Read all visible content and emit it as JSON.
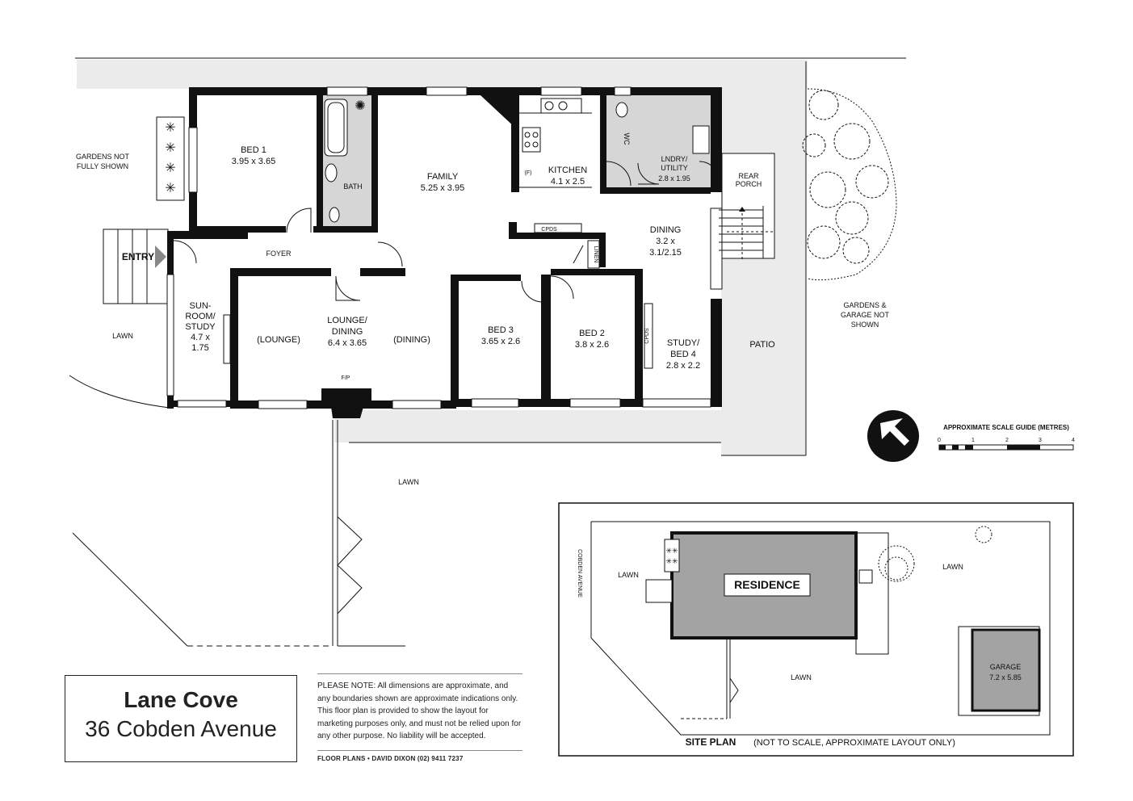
{
  "title": {
    "suburb": "Lane Cove",
    "address": "36 Cobden Avenue"
  },
  "disclaimer": "PLEASE NOTE: All dimensions are approximate, and any boundaries shown are approximate indications only. This floor plan is provided to show the layout for marketing purposes only, and must not be relied upon for any other purpose. No liability will be accepted.",
  "credit": "FLOOR PLANS • DAVID DIXON (02) 9411 7237",
  "rooms": {
    "bed1": {
      "name": "BED 1",
      "size": "3.95 x 3.65"
    },
    "bath": {
      "name": "BATH"
    },
    "family": {
      "name": "FAMILY",
      "size": "5.25 x 3.95"
    },
    "kitchen": {
      "name": "KITCHEN",
      "size": "4.1 x 2.5",
      "fridge": "(F)"
    },
    "wc": {
      "name": "WC"
    },
    "laundry": {
      "name1": "LNDRY/",
      "name2": "UTILITY",
      "size": "2.8 x 1.95"
    },
    "rear_porch": {
      "line1": "REAR",
      "line2": "PORCH"
    },
    "dining": {
      "name": "DINING",
      "size1": "3.2 x",
      "size2": "3.1/2.15"
    },
    "foyer": {
      "name": "FOYER"
    },
    "entry": {
      "name": "ENTRY"
    },
    "sunroom": {
      "line1": "SUN-",
      "line2": "ROOM/",
      "line3": "STUDY",
      "size1": "4.7 x",
      "size2": "1.75"
    },
    "lounge": {
      "name1": "LOUNGE/",
      "name2": "DINING",
      "size": "6.4 x 3.65",
      "left": "(LOUNGE)",
      "right": "(DINING)",
      "fp": "F/P"
    },
    "bed3": {
      "name": "BED 3",
      "size": "3.65 x 2.6"
    },
    "bed2": {
      "name": "BED 2",
      "size": "3.8 x 2.6"
    },
    "study": {
      "name1": "STUDY/",
      "name2": "BED 4",
      "size": "2.8 x 2.2"
    },
    "cpds1": "CPDS",
    "cpds2": "CPDS",
    "linen": "LINEN",
    "patio": "PATIO"
  },
  "outside": {
    "gardens_left1": "GARDENS NOT",
    "gardens_left2": "FULLY SHOWN",
    "gardens_right1": "GARDENS &",
    "gardens_right2": "GARAGE NOT",
    "gardens_right3": "SHOWN",
    "lawn": "LAWN"
  },
  "scale": {
    "title": "APPROXIMATE SCALE GUIDE (METRES)",
    "ticks": [
      "0",
      "1",
      "2",
      "3",
      "4"
    ]
  },
  "site_plan": {
    "title": "SITE PLAN",
    "subtitle": "(NOT TO SCALE, APPROXIMATE LAYOUT ONLY)",
    "street": "COBDEN AVENUE",
    "residence": "RESIDENCE",
    "garage": "GARAGE",
    "garage_size": "7.2 x 5.85",
    "lawn": "LAWN"
  },
  "colors": {
    "wall": "#111111",
    "wet_area": "#d6d6d6",
    "path": "#ebebeb",
    "residence": "#a3a3a3",
    "garage": "#a3a3a3"
  }
}
